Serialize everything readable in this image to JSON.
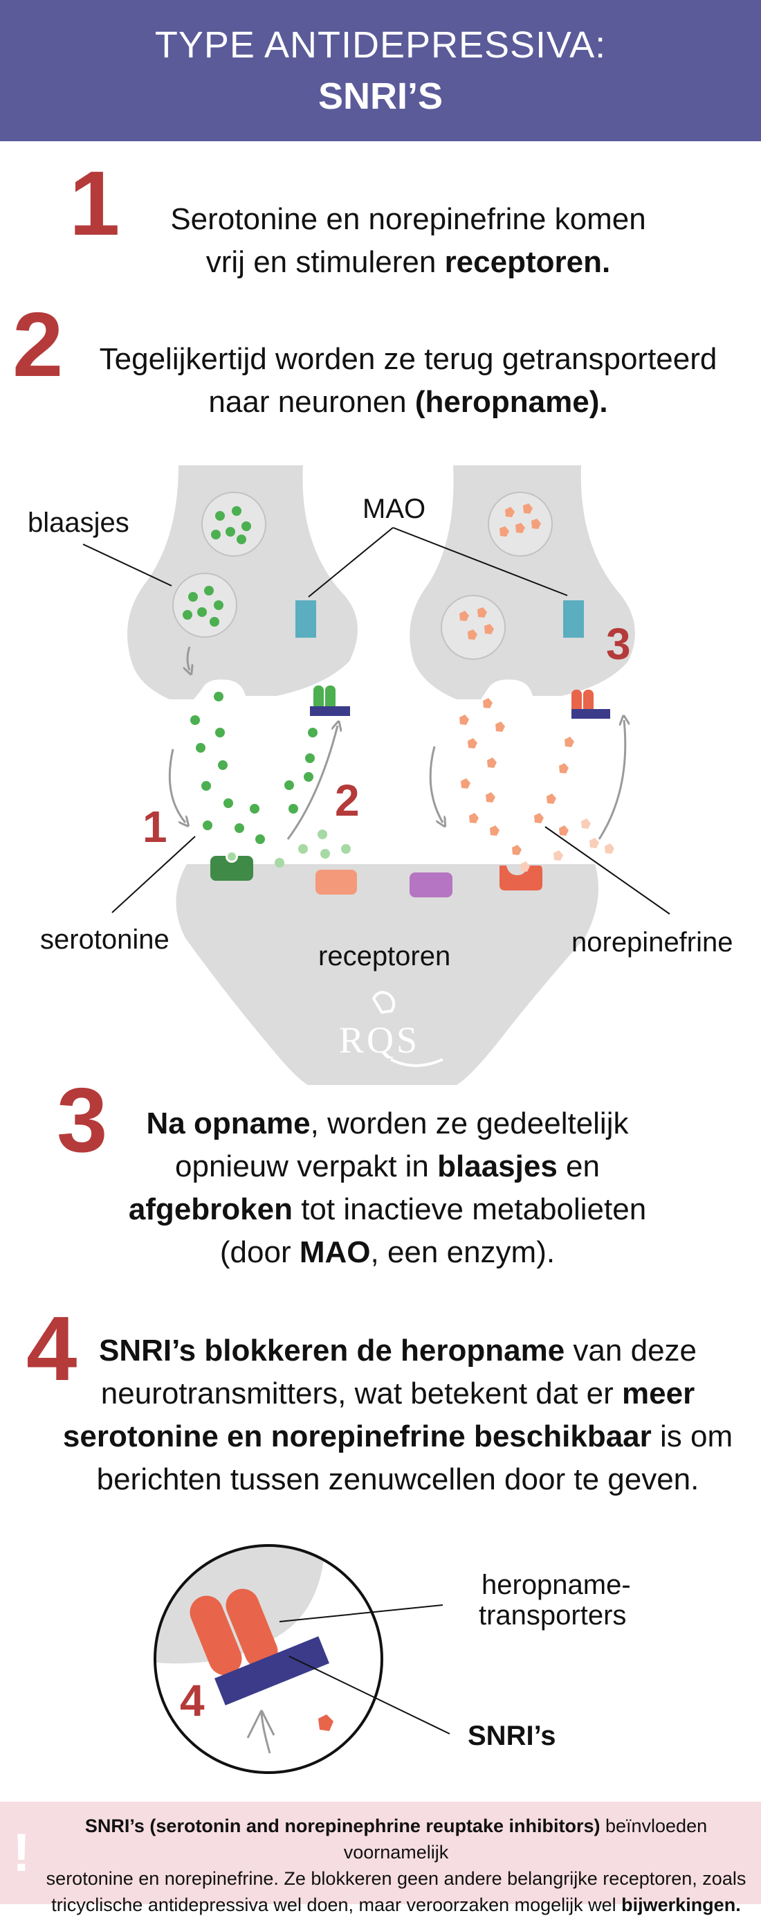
{
  "header": {
    "line1": "TYPE ANTIDEPRESSIVA:",
    "line2": "SNRI’S"
  },
  "steps": {
    "s1": {
      "num": "1",
      "t1": "Serotonine en norepinefrine komen",
      "t2a": "vrij en stimuleren ",
      "t2b": "receptoren."
    },
    "s2": {
      "num": "2",
      "t1": "Tegelijkertijd worden ze terug getransporteerd",
      "t2a": "naar neuronen ",
      "t2b": "(heropname)."
    },
    "s3": {
      "num": "3",
      "l1b": "Na opname",
      "l1": ", worden ze gedeeltelijk",
      "l2": "opnieuw verpakt in ",
      "l2b": "blaasjes",
      "l2c": " en",
      "l3b": "afgebroken",
      "l3": " tot inactieve metabolieten",
      "l4": "(door ",
      "l4b": "MAO",
      "l4c": ", een enzym)."
    },
    "s4": {
      "num": "4",
      "l1b": "SNRI’s blokkeren de heropname",
      "l1": " van deze",
      "l2": "neurotransmitters, wat betekent dat er ",
      "l2b": "meer",
      "l3b": "serotonine en norepinefrine beschikbaar",
      "l3": " is om",
      "l4": "berichten tussen zenuwcellen door te geven."
    }
  },
  "diagram": {
    "labels": {
      "blaasjes": "blaasjes",
      "mao": "MAO",
      "serotonine": "serotonine",
      "receptoren": "receptoren",
      "norepinefrine": "norepinefrine"
    },
    "markers": {
      "m1": "1",
      "m2": "2",
      "m3": "3"
    },
    "logo": "RQS"
  },
  "zoom": {
    "heropname_l1": "heropname-",
    "heropname_l2": "transporters",
    "snri": "SNRI’s",
    "marker": "4"
  },
  "footer": {
    "icon": "!",
    "b1": "SNRI’s (serotonin and norepinephrine reuptake inhibitors)",
    "t1": " beïnvloeden voornamelijk",
    "t2": "serotonine en norepinefrine. Ze blokkeren geen andere belangrijke receptoren, zoals",
    "t3": "tricyclische antidepressiva wel doen, maar veroorzaken mogelijk wel ",
    "b3": "bijwerkingen."
  },
  "colors": {
    "header": "#5b5b9a",
    "accent": "#b53a3a",
    "neuron": "#dcdcdc",
    "serotonin": "#4caf50",
    "norepinephrine": "#f4a07a",
    "mao": "#5aaec0",
    "transporter": "#e8644a",
    "snri": "#3b3b8a",
    "footer": "#f6dde2"
  }
}
